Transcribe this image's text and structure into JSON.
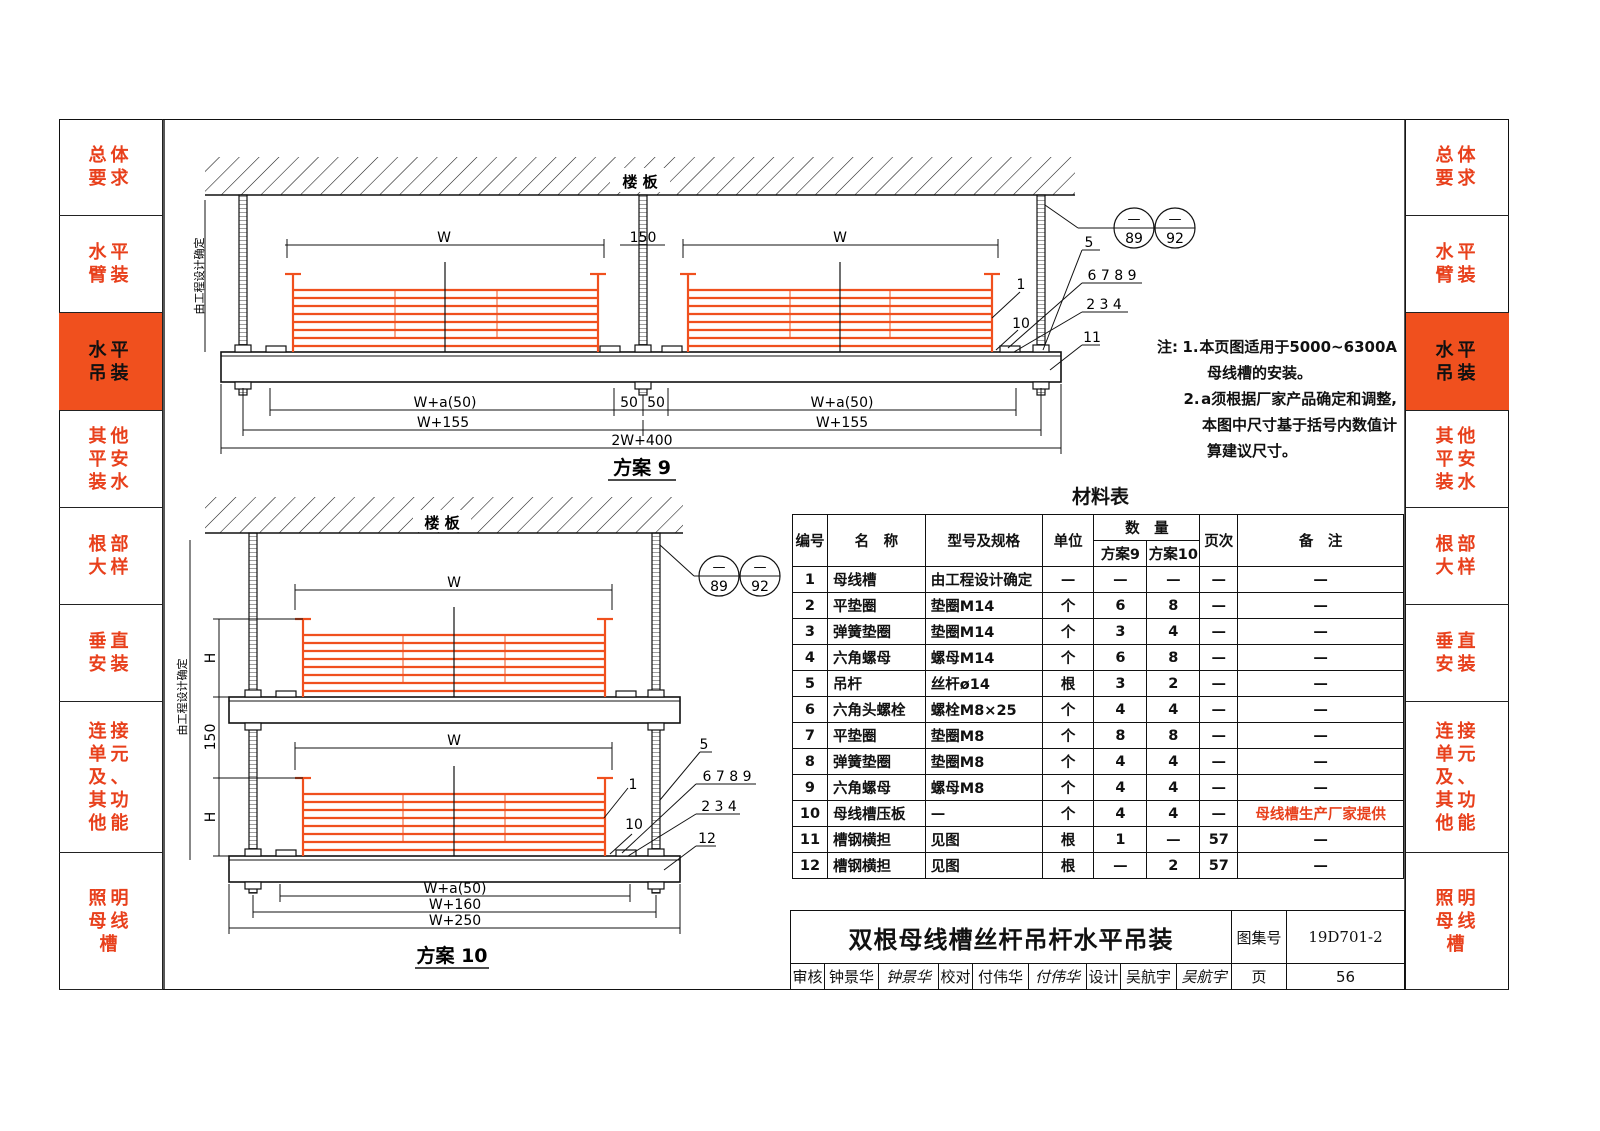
{
  "nav": {
    "tabs": [
      {
        "lines": [
          "总体",
          "要求"
        ]
      },
      {
        "lines": [
          "水平",
          "臂装"
        ]
      },
      {
        "lines": [
          "水平",
          "吊装"
        ]
      },
      {
        "lines": [
          "其他",
          "平安",
          "装水"
        ]
      },
      {
        "lines": [
          "根部",
          "大样"
        ]
      },
      {
        "lines": [
          "垂直",
          "安装"
        ]
      },
      {
        "lines": [
          "连接",
          "单元",
          "及、",
          "其功",
          "他能"
        ]
      },
      {
        "lines": [
          "照明",
          "母线",
          "槽"
        ]
      }
    ],
    "active_index": 2,
    "accent_color": "#f0501e",
    "text_color": "#e8401c"
  },
  "scheme9": {
    "floor_label": "楼 板",
    "caption": "方案 9",
    "design_note": "由工程设计确定",
    "dims": {
      "w_left": "W",
      "w_right": "W",
      "gap": "150",
      "wa_left": "W+a(50)",
      "wa_right": "W+a(50)",
      "w155_left": "W+155",
      "w155_right": "W+155",
      "d50a": "50",
      "d50b": "50",
      "total": "2W+400"
    },
    "callouts": [
      "5",
      "6 7 8 9",
      "2 3 4",
      "11",
      "1",
      "10"
    ],
    "refs": [
      "—",
      "89",
      "—",
      "92"
    ]
  },
  "scheme10": {
    "floor_label": "楼 板",
    "caption": "方案 10",
    "design_note": "由工程设计确定",
    "dims": {
      "w_top": "W",
      "w_bottom": "W",
      "h_top": "H",
      "h_bottom": "H",
      "gap": "150",
      "wa": "W+a(50)",
      "w160": "W+160",
      "w250": "W+250"
    },
    "callouts": [
      "5",
      "6 7 8 9",
      "2 3 4",
      "12",
      "1",
      "10"
    ],
    "refs": [
      "—",
      "89",
      "—",
      "92"
    ]
  },
  "notes": {
    "label": "注:",
    "items": [
      {
        "num": "1.",
        "lines": [
          "本页图适用于5000~6300A",
          "母线槽的安装。"
        ]
      },
      {
        "num": "2.",
        "lines": [
          "a须根据厂家产品确定和调整,",
          "本图中尺寸基于括号内数值计",
          "算建议尺寸。"
        ]
      }
    ]
  },
  "materials": {
    "title": "材料表",
    "headers": {
      "no": "编号",
      "name": "名　称",
      "spec": "型号及规格",
      "unit": "单位",
      "qty": "数　量",
      "s9": "方案9",
      "s10": "方案10",
      "page": "页次",
      "remark": "备　注"
    },
    "rows": [
      {
        "no": "1",
        "name": "母线槽",
        "spec": "由工程设计确定",
        "unit": "—",
        "s9": "—",
        "s10": "—",
        "page": "—",
        "remark": "—"
      },
      {
        "no": "2",
        "name": "平垫圈",
        "spec": "垫圈M14",
        "unit": "个",
        "s9": "6",
        "s10": "8",
        "page": "—",
        "remark": "—"
      },
      {
        "no": "3",
        "name": "弹簧垫圈",
        "spec": "垫圈M14",
        "unit": "个",
        "s9": "3",
        "s10": "4",
        "page": "—",
        "remark": "—"
      },
      {
        "no": "4",
        "name": "六角螺母",
        "spec": "螺母M14",
        "unit": "个",
        "s9": "6",
        "s10": "8",
        "page": "—",
        "remark": "—"
      },
      {
        "no": "5",
        "name": "吊杆",
        "spec": "丝杆ø14",
        "unit": "根",
        "s9": "3",
        "s10": "2",
        "page": "—",
        "remark": "—"
      },
      {
        "no": "6",
        "name": "六角头螺栓",
        "spec": "螺栓M8×25",
        "unit": "个",
        "s9": "4",
        "s10": "4",
        "page": "—",
        "remark": "—"
      },
      {
        "no": "7",
        "name": "平垫圈",
        "spec": "垫圈M8",
        "unit": "个",
        "s9": "8",
        "s10": "8",
        "page": "—",
        "remark": "—"
      },
      {
        "no": "8",
        "name": "弹簧垫圈",
        "spec": "垫圈M8",
        "unit": "个",
        "s9": "4",
        "s10": "4",
        "page": "—",
        "remark": "—"
      },
      {
        "no": "9",
        "name": "六角螺母",
        "spec": "螺母M8",
        "unit": "个",
        "s9": "4",
        "s10": "4",
        "page": "—",
        "remark": "—"
      },
      {
        "no": "10",
        "name": "母线槽压板",
        "spec": "—",
        "unit": "个",
        "s9": "4",
        "s10": "4",
        "page": "—",
        "remark": "母线槽生产厂家提供",
        "remark_color": "#e8401c"
      },
      {
        "no": "11",
        "name": "槽钢横担",
        "spec": "见图",
        "unit": "根",
        "s9": "1",
        "s10": "—",
        "page": "57",
        "remark": "—"
      },
      {
        "no": "12",
        "name": "槽钢横担",
        "spec": "见图",
        "unit": "根",
        "s9": "—",
        "s10": "2",
        "page": "57",
        "remark": "—"
      }
    ]
  },
  "title_block": {
    "title": "双根母线槽丝杆吊杆水平吊装",
    "atlas_label": "图集号",
    "atlas_no": "19D701-2",
    "review_label": "审核",
    "reviewer": "钟景华",
    "reviewer_sig": "钟景华",
    "check_label": "校对",
    "checker": "付伟华",
    "checker_sig": "付伟华",
    "design_label": "设计",
    "designer": "吴航宇",
    "designer_sig": "吴航宇",
    "page_label": "页",
    "page_no": "56"
  },
  "colors": {
    "busway": "#f0501e",
    "line": "#111111"
  }
}
